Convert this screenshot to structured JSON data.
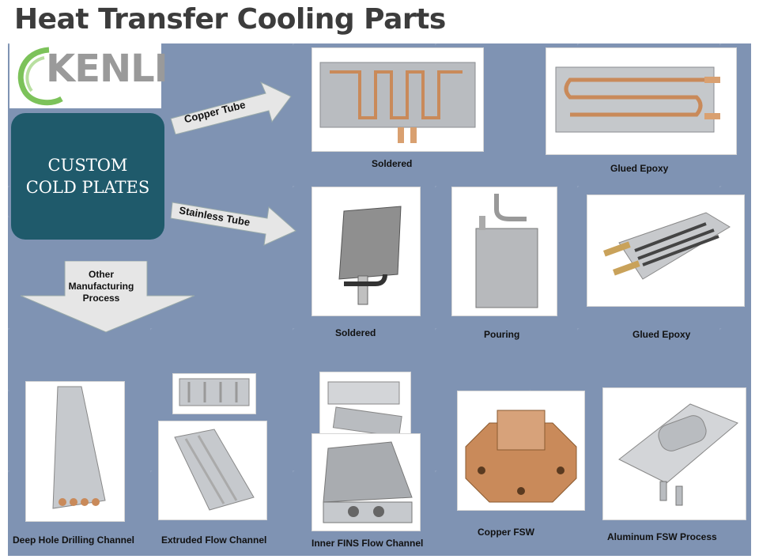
{
  "title": "Heat Transfer Cooling Parts",
  "logo": {
    "text": "KENLI"
  },
  "custom_box": {
    "line1": "CUSTOM",
    "line2": "COLD PLATES"
  },
  "arrows": {
    "copper": "Copper Tube",
    "stainless": "Stainless Tube",
    "other_line1": "Other",
    "other_line2": "Manufacturing",
    "other_line3": "Process"
  },
  "captions": {
    "copper_soldered": "Soldered",
    "copper_glued": "Glued Epoxy",
    "stainless_soldered": "Soldered",
    "stainless_pouring": "Pouring",
    "stainless_glued": "Glued Epoxy",
    "deep_hole": "Deep Hole Drilling Channel",
    "extruded": "Extruded Flow  Channel",
    "inner_fins": "Inner FINS Flow Channel",
    "copper_fsw": "Copper  FSW",
    "aluminum_fsw": "Aluminum  FSW  Process"
  },
  "colors": {
    "panel": "#7f93b3",
    "custom_box": "#1f5a6b",
    "copper": "#c98a5a",
    "aluminum": "#b9bcc0"
  }
}
